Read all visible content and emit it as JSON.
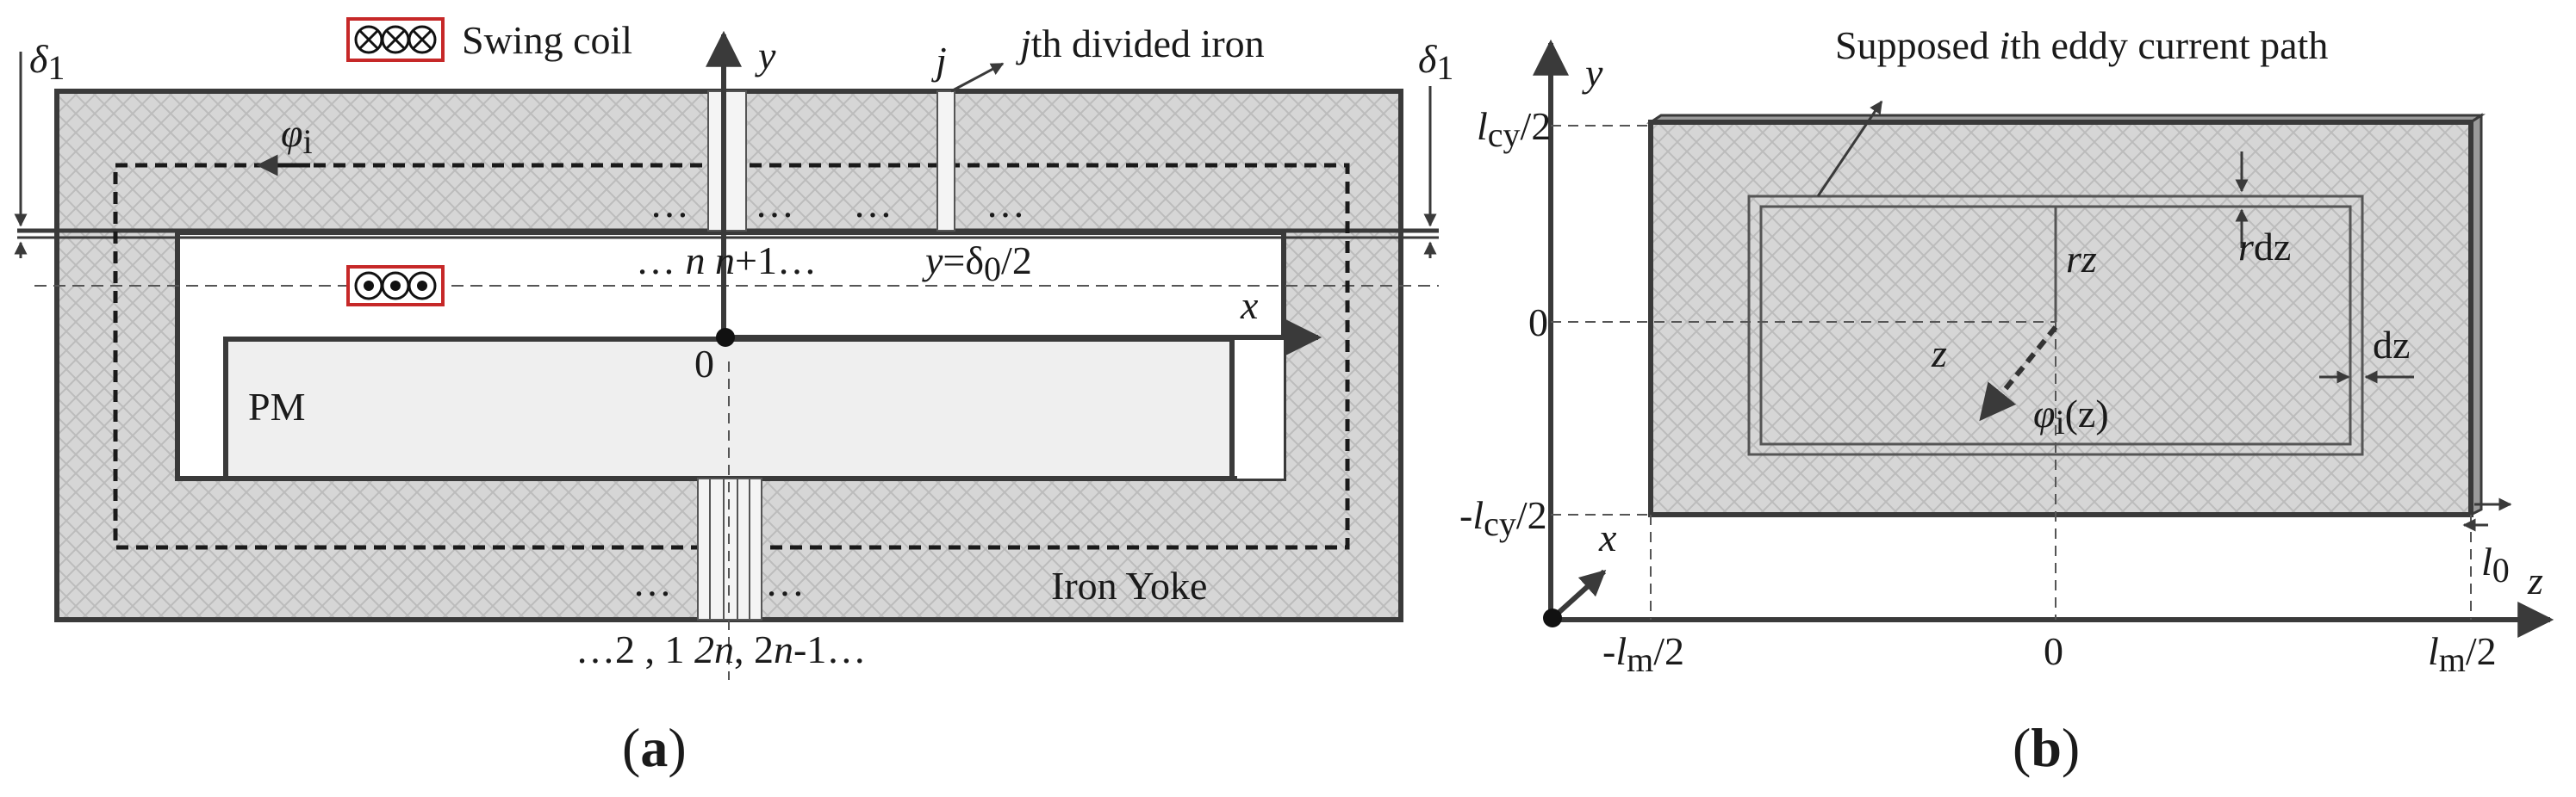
{
  "panel_a": {
    "swing_coil_label": "Swing coil",
    "divided_iron_j": "j",
    "divided_iron_label": "th divided iron",
    "delta_left": "δ",
    "delta_left_sub": "1",
    "delta_right": "δ",
    "delta_right_sub": "1",
    "phi": "φ",
    "phi_sub": "i",
    "axis_y": "y",
    "axis_x": "x",
    "origin": "0",
    "dots_top_1": "…",
    "dots_top_2": "…",
    "dots_top_3": "…",
    "dots_top_4": "…",
    "slot_n_prefix": "… ",
    "slot_n": "n",
    "slot_n1_var": "n",
    "slot_n1_suffix": "+1…",
    "y_eq_var": "y",
    "y_eq_mid": "=δ",
    "y_eq_sub": "0",
    "y_eq_tail": "/2",
    "pm_label": "PM",
    "yoke_label": "Iron Yoke",
    "dots_bot_left": "…",
    "dots_bot_right": "…",
    "bottom_seq_a": "…2 , 1",
    "bottom_seq_b_var": "2n",
    "bottom_seq_b_mid": ", 2",
    "bottom_seq_c_var": "n",
    "bottom_seq_c_tail": "-1…",
    "caption_open": "(",
    "caption_letter": "a",
    "caption_close": ")"
  },
  "panel_b": {
    "eddy_label_pre": "Supposed ",
    "eddy_label_i": "i",
    "eddy_label_post": "th eddy current path",
    "axis_y": "y",
    "axis_x": "x",
    "axis_z": "z",
    "y_top_l": "l",
    "y_top_sub": "cy",
    "y_top_tail": "/2",
    "y_zero": "0",
    "y_bot_pre": "-",
    "y_bot_l": "l",
    "y_bot_sub": "cy",
    "y_bot_tail": "/2",
    "rz_r": "r",
    "rz_z": "z",
    "rdz_r": "r",
    "rdz_dz": "dz",
    "z_inner": "z",
    "dz_label": "dz",
    "phi": "φ",
    "phi_sub": "i",
    "phi_arg": "(z)",
    "x_neg_pre": "-",
    "x_neg_l": "l",
    "x_neg_sub": "m",
    "x_neg_tail": "/2",
    "x_zero": "0",
    "x_pos_l": "l",
    "x_pos_sub": "m",
    "x_pos_tail": "/2",
    "l0_l": "l",
    "l0_sub": "0",
    "caption_open": "(",
    "caption_letter": "b",
    "caption_close": ")"
  }
}
